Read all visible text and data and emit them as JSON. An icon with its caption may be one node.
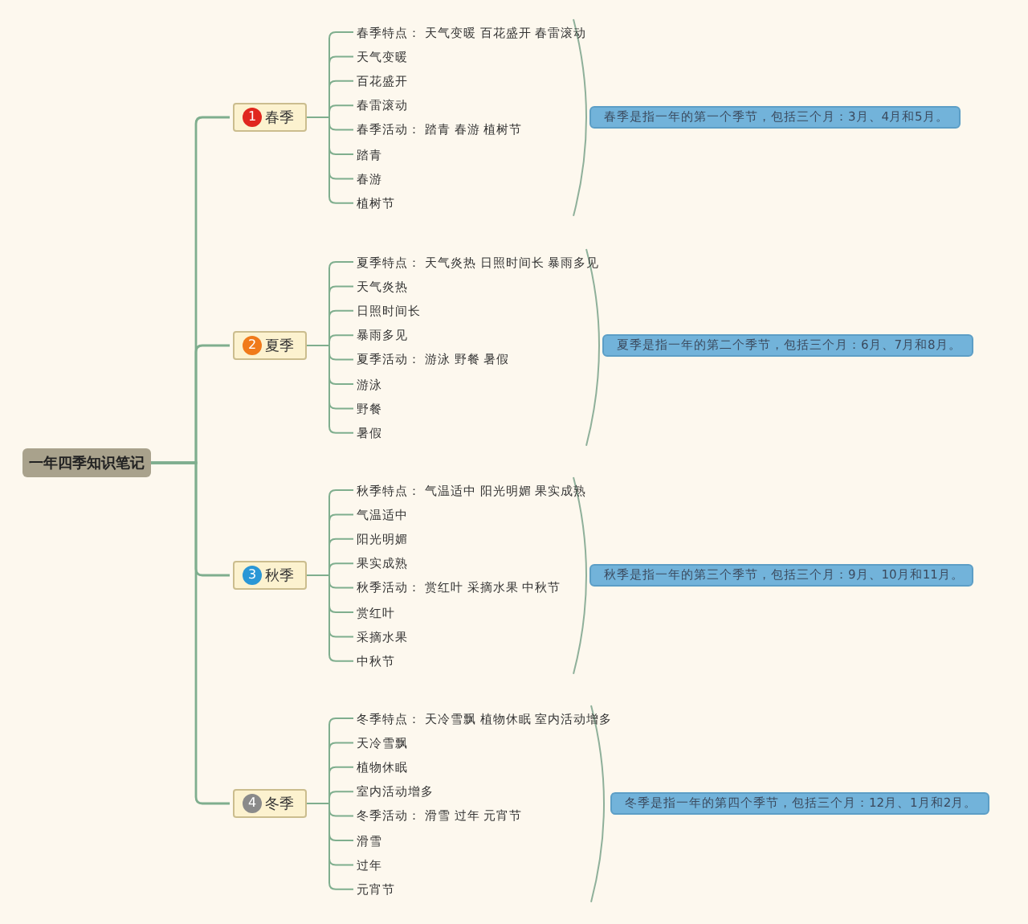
{
  "diagram": {
    "nodes": [
      {
        "text": [
          "一年四季知识笔记"
        ]
      },
      {
        "text": [
          "1",
          "春季"
        ]
      },
      {
        "text": [
          "春季特点： 天气变暖 百花盛开 春雷滚动"
        ]
      },
      {
        "text": [
          "天气变暖"
        ]
      },
      {
        "text": [
          "百花盛开"
        ]
      },
      {
        "text": [
          "春雷滚动"
        ]
      },
      {
        "text": [
          "春季活动： 踏青 春游 植树节"
        ]
      },
      {
        "text": [
          "踏青"
        ]
      },
      {
        "text": [
          "春游"
        ]
      },
      {
        "text": [
          "植树节"
        ]
      },
      {
        "text": [
          "春季是指一年的第一个季节，包括三个月：3月、4月和5月。"
        ]
      },
      {
        "text": [
          "2",
          "夏季"
        ]
      },
      {
        "text": [
          "夏季特点： 天气炎热 日照时间长 暴雨多见"
        ]
      },
      {
        "text": [
          "天气炎热"
        ]
      },
      {
        "text": [
          "日照时间长"
        ]
      },
      {
        "text": [
          "暴雨多见"
        ]
      },
      {
        "text": [
          "夏季活动： 游泳 野餐 暑假"
        ]
      },
      {
        "text": [
          "游泳"
        ]
      },
      {
        "text": [
          "野餐"
        ]
      },
      {
        "text": [
          "暑假"
        ]
      },
      {
        "text": [
          "夏季是指一年的第二个季节，包括三个月：6月、7月和8月。"
        ]
      },
      {
        "text": [
          "3",
          "秋季"
        ]
      },
      {
        "text": [
          "秋季特点： 气温适中 阳光明媚 果实成熟"
        ]
      },
      {
        "text": [
          "气温适中"
        ]
      },
      {
        "text": [
          "阳光明媚"
        ]
      },
      {
        "text": [
          "果实成熟"
        ]
      },
      {
        "text": [
          "秋季活动： 赏红叶 采摘水果 中秋节"
        ]
      },
      {
        "text": [
          "赏红叶"
        ]
      },
      {
        "text": [
          "采摘水果"
        ]
      },
      {
        "text": [
          "中秋节"
        ]
      },
      {
        "text": [
          "秋季是指一年的第三个季节，包括三个月：9月、10月和11月。"
        ]
      },
      {
        "text": [
          "4",
          "冬季"
        ]
      },
      {
        "text": [
          "冬季特点： 天冷雪飘 植物休眠 室内活动增多"
        ]
      },
      {
        "text": [
          "天冷雪飘"
        ]
      },
      {
        "text": [
          "植物休眠"
        ]
      },
      {
        "text": [
          "室内活动增多"
        ]
      },
      {
        "text": [
          "冬季活动： 滑雪 过年 元宵节"
        ]
      },
      {
        "text": [
          "滑雪"
        ]
      },
      {
        "text": [
          "过年"
        ]
      },
      {
        "text": [
          "元宵节"
        ]
      },
      {
        "text": [
          "冬季是指一年的第四个季节，包括三个月：12月、1月和2月。"
        ]
      }
    ],
    "edges": [
      {
        "from": 0,
        "to": 1,
        "arrow": "none"
      },
      {
        "from": 1,
        "to": 2,
        "arrow": "none"
      },
      {
        "from": 1,
        "to": 3,
        "arrow": "none"
      },
      {
        "from": 1,
        "to": 4,
        "arrow": "none"
      },
      {
        "from": 1,
        "to": 5,
        "arrow": "none"
      },
      {
        "from": 1,
        "to": 6,
        "arrow": "none"
      },
      {
        "from": 1,
        "to": 7,
        "arrow": "none"
      },
      {
        "from": 1,
        "to": 8,
        "arrow": "none"
      },
      {
        "from": 1,
        "to": 9,
        "arrow": "none"
      },
      {
        "from": 0,
        "to": 11,
        "arrow": "none"
      },
      {
        "from": 11,
        "to": 12,
        "arrow": "none"
      },
      {
        "from": 11,
        "to": 13,
        "arrow": "none"
      },
      {
        "from": 11,
        "to": 14,
        "arrow": "none"
      },
      {
        "from": 11,
        "to": 15,
        "arrow": "none"
      },
      {
        "from": 11,
        "to": 16,
        "arrow": "none"
      },
      {
        "from": 11,
        "to": 17,
        "arrow": "none"
      },
      {
        "from": 11,
        "to": 18,
        "arrow": "none"
      },
      {
        "from": 11,
        "to": 19,
        "arrow": "none"
      },
      {
        "from": 0,
        "to": 21,
        "arrow": "none"
      },
      {
        "from": 21,
        "to": 22,
        "arrow": "none"
      },
      {
        "from": 21,
        "to": 23,
        "arrow": "none"
      },
      {
        "from": 21,
        "to": 24,
        "arrow": "none"
      },
      {
        "from": 21,
        "to": 25,
        "arrow": "none"
      },
      {
        "from": 21,
        "to": 26,
        "arrow": "none"
      },
      {
        "from": 21,
        "to": 27,
        "arrow": "none"
      },
      {
        "from": 21,
        "to": 28,
        "arrow": "none"
      },
      {
        "from": 21,
        "to": 29,
        "arrow": "none"
      },
      {
        "from": 0,
        "to": 31,
        "arrow": "none"
      },
      {
        "from": 31,
        "to": 32,
        "arrow": "none"
      },
      {
        "from": 31,
        "to": 33,
        "arrow": "none"
      },
      {
        "from": 31,
        "to": 34,
        "arrow": "none"
      },
      {
        "from": 31,
        "to": 35,
        "arrow": "none"
      },
      {
        "from": 31,
        "to": 36,
        "arrow": "none"
      },
      {
        "from": 31,
        "to": 37,
        "arrow": "none"
      },
      {
        "from": 31,
        "to": 38,
        "arrow": "none"
      },
      {
        "from": 31,
        "to": 39,
        "arrow": "none"
      }
    ]
  }
}
